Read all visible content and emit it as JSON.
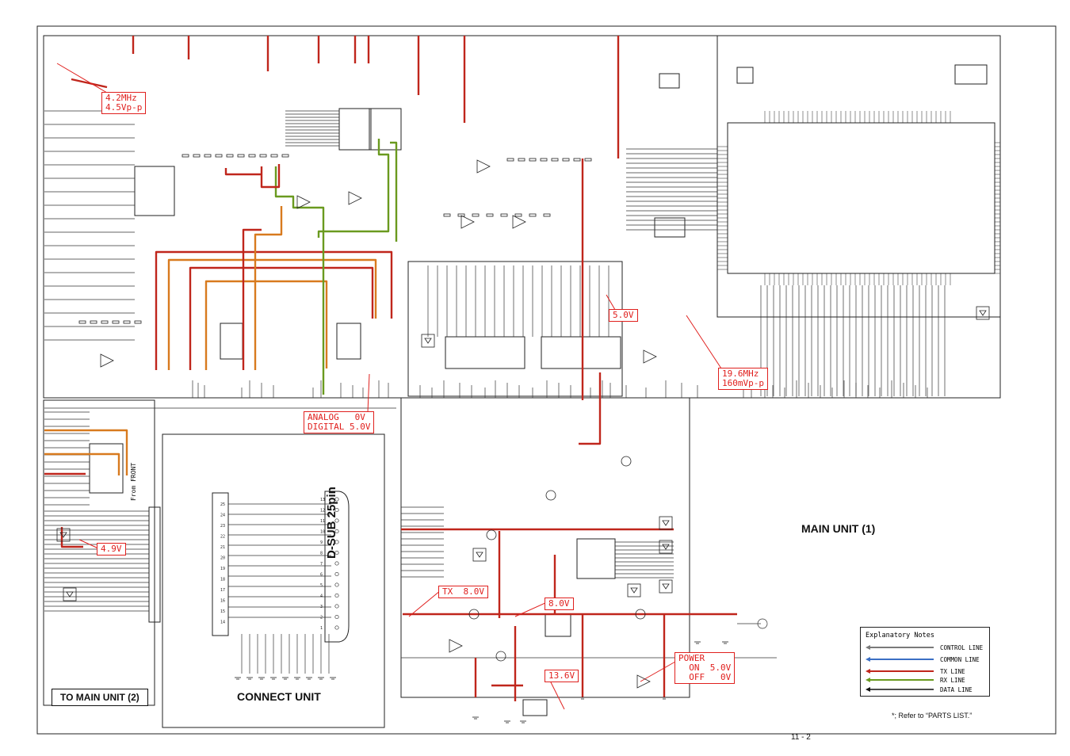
{
  "callouts": {
    "osc1": "4.2MHz\n4.5Vp-p",
    "v5": "5.0V",
    "osc2": "19.6MHz\n160mVp-p",
    "analog": "ANALOG   0V\nDIGITAL 5.0V",
    "v49": "4.9V",
    "tx": "TX  8.0V",
    "v8": "8.0V",
    "v136": "13.6V",
    "power": "POWER\n  ON  5.0V\n  OFF   0V"
  },
  "labels": {
    "main_unit_1": "MAIN UNIT (1)",
    "to_main_unit_2": "TO MAIN UNIT (2)",
    "connect_unit": "CONNECT UNIT",
    "dsub": "D-SUB 25pin",
    "from_front": "From FRONT",
    "ref_note": "*; Refer to “PARTS LIST.”",
    "page_number": "11 - 2"
  },
  "notes": {
    "title": "Explanatory Notes",
    "items": [
      {
        "label": "CONTROL LINE",
        "color": "#7a7a7a"
      },
      {
        "label": "COMMON LINE",
        "color": "#3b6fc4"
      },
      {
        "label": "TX LINE",
        "color": "#c0261c"
      },
      {
        "label": "RX LINE",
        "color": "#6a9a1f"
      },
      {
        "label": "DATA LINE",
        "color": "#111111"
      }
    ]
  },
  "colors": {
    "tx": "#c0261c",
    "rx": "#6a9a1f",
    "orange": "#d87a1e",
    "callout": "#e0201e",
    "wire": "#222222"
  },
  "dsub_pins": {
    "left": [
      "25",
      "24",
      "23",
      "22",
      "21",
      "20",
      "19",
      "18",
      "17",
      "16",
      "15",
      "14"
    ],
    "right": [
      "13",
      "12",
      "11",
      "10",
      "9",
      "8",
      "7",
      "6",
      "5",
      "4",
      "3",
      "2",
      "1"
    ]
  }
}
